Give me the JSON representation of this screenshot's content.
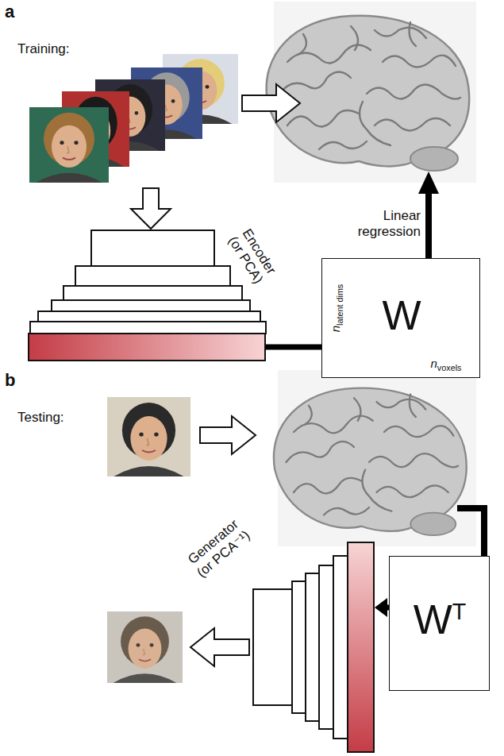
{
  "diagram": {
    "nodes": [
      {
        "text": [
          "Encoder (or PCA)"
        ]
      },
      {
        "text": [
          "W",
          "nlatent dims",
          "nvoxels"
        ]
      },
      {
        "text": [
          "WT"
        ]
      },
      {
        "text": [
          "Generator (or PCA⁻¹)"
        ]
      }
    ],
    "edges": [
      {
        "from": 0,
        "to": 1,
        "arrow": "none"
      },
      {
        "from": 2,
        "to": 3,
        "arrow": "to"
      }
    ],
    "labels": [
      "a",
      "Training:",
      "Linear regression",
      "b",
      "Testing:"
    ]
  }
}
